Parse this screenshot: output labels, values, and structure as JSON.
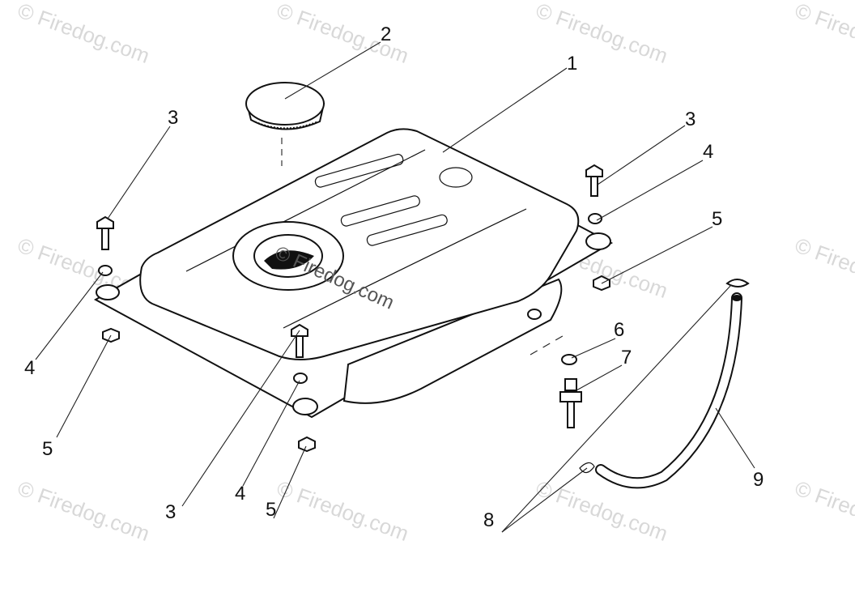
{
  "watermark": "© Firedog.com",
  "callouts": {
    "tank": "1",
    "cap": "2",
    "bolt": "3",
    "washer": "4",
    "nut": "5",
    "small_washer": "6",
    "valve": "7",
    "clamp": "8",
    "hose": "9"
  }
}
